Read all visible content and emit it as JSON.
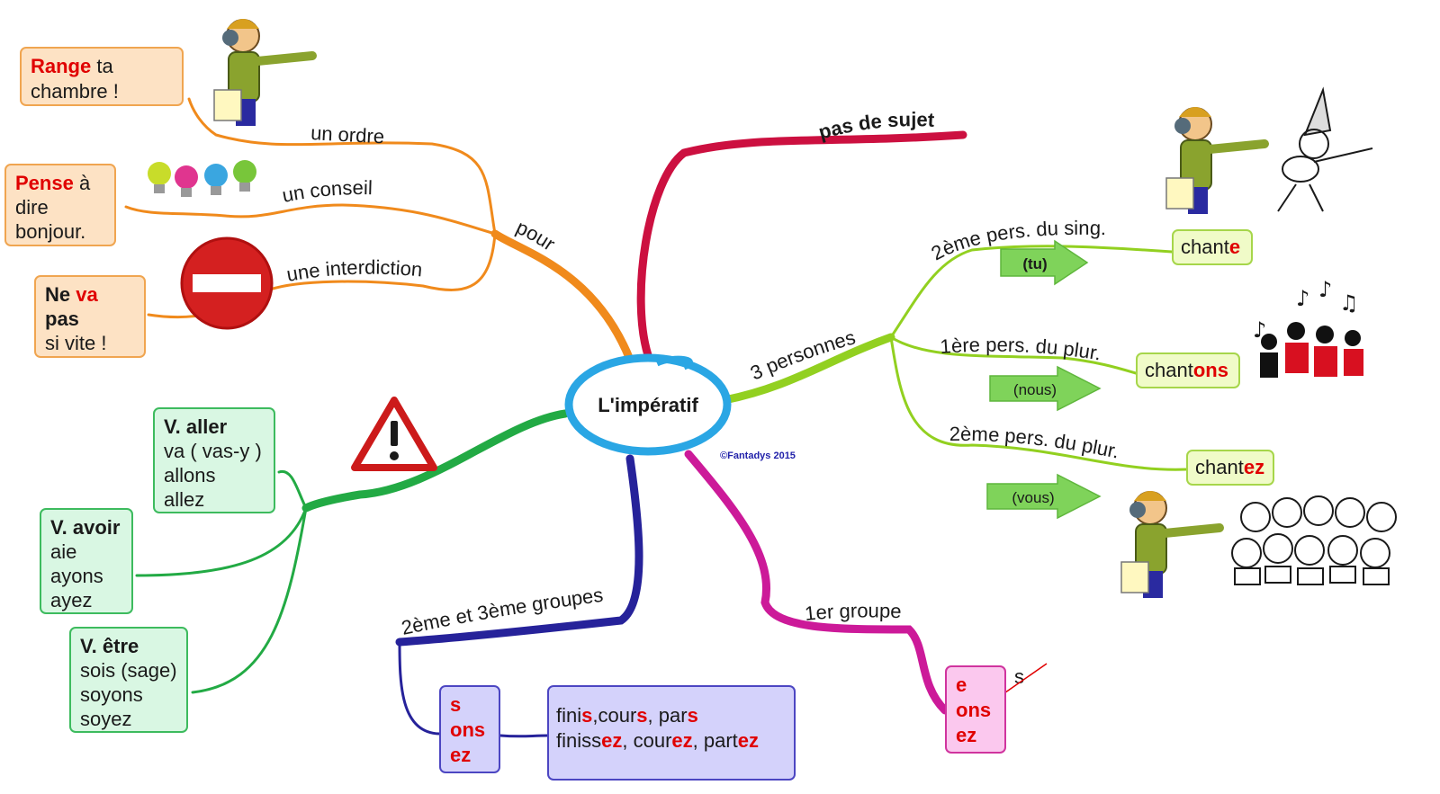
{
  "center": {
    "title": "L'impératif",
    "copyright": "©Fantadys 2015"
  },
  "branches": {
    "sujet": {
      "label": "pas de sujet"
    },
    "pour": {
      "label": "pour",
      "ordre": {
        "label": "un ordre",
        "bold": "Range",
        "rest1": " ta",
        "line2": "chambre !"
      },
      "conseil": {
        "label": "un conseil",
        "bold": "Pense",
        "rest1": " à",
        "line2": "dire",
        "line3": "bonjour."
      },
      "interdiction": {
        "label": "une interdiction",
        "bold1": "Ne ",
        "red1": "va",
        "bold2": "pas",
        "line3": "si vite !"
      }
    },
    "personnes": {
      "label": "3 personnes",
      "tu": {
        "label": "2ème pers. du sing.",
        "arrow": "(tu)",
        "stem": "chant",
        "ending": "e"
      },
      "nous": {
        "label": "1ère pers. du plur.",
        "arrow": "(nous)",
        "stem": "chant",
        "ending": "ons"
      },
      "vous": {
        "label": "2ème pers. du plur.",
        "arrow": "(vous)",
        "stem": "chant",
        "ending": "ez"
      }
    },
    "irreguliers": {
      "aller": {
        "title": "V. aller",
        "l1": "va ( vas-y )",
        "l2": "allons",
        "l3": "allez"
      },
      "avoir": {
        "title": "V. avoir",
        "l1": "aie",
        "l2": "ayons",
        "l3": "ayez"
      },
      "etre": {
        "title": "V. être",
        "l1": "sois (sage)",
        "l2": "soyons",
        "l3": "soyez"
      }
    },
    "groupe23": {
      "label": "2ème et 3ème groupes",
      "endings": [
        "s",
        "ons",
        "ez"
      ],
      "ex1": [
        {
          "t": "fini"
        },
        {
          "t": "s",
          "r": true
        },
        {
          "t": ",cour"
        },
        {
          "t": "s",
          "r": true
        },
        {
          "t": ", par"
        },
        {
          "t": "s",
          "r": true
        }
      ],
      "ex2": [
        {
          "t": "finiss"
        },
        {
          "t": "ez",
          "r": true
        },
        {
          "t": ", cour"
        },
        {
          "t": "ez",
          "r": true
        },
        {
          "t": ", part"
        },
        {
          "t": "ez",
          "r": true
        }
      ]
    },
    "groupe1": {
      "label": "1er groupe",
      "endings": [
        "e",
        "ons",
        "ez"
      ],
      "crossed": "s"
    }
  },
  "colors": {
    "orange": "#f08a1c",
    "red_branch": "#cc1040",
    "lime": "#92d020",
    "green": "#22aa44",
    "navy": "#26229a",
    "magenta": "#cc1a99",
    "center_ring": "#2aa6e4",
    "ending_red": "#e00000",
    "arrow_green": "#7fd35a"
  },
  "icons": [
    "pointing-man-icon",
    "lightbulbs-icon",
    "no-entry-icon",
    "warning-icon",
    "guitar-player-icon",
    "music-notes-icon",
    "choir-icon",
    "crossed-s-icon"
  ]
}
